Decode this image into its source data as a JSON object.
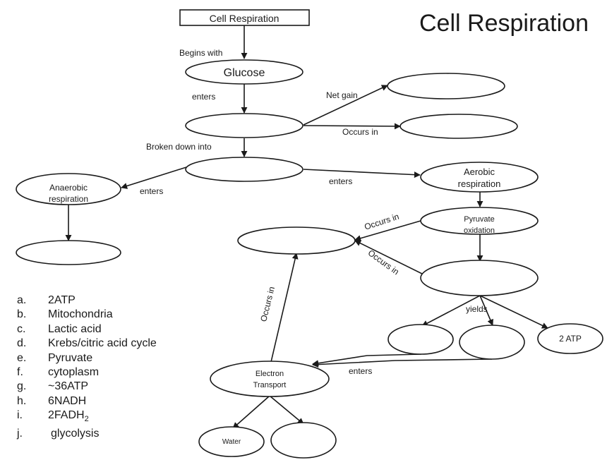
{
  "title": "Cell Respiration",
  "nodes": {
    "top": "Cell Respiration",
    "glucose": "Glucose",
    "anaerobic_1": "Anaerobic",
    "anaerobic_2": "respiration",
    "aerobic_1": "Aerobic",
    "aerobic_2": "respiration",
    "pyruvate_1": "Pyruvate",
    "pyruvate_2": "oxidation",
    "atp": "2 ATP",
    "et_1": "Electron",
    "et_2": "Transport",
    "water": "Water"
  },
  "edges": {
    "begins_with": "Begins with",
    "enters_1": "enters",
    "net_gain": "Net gain",
    "occurs_in_1": "Occurs in",
    "broken_down": "Broken down into",
    "enters_left": "enters",
    "enters_right": "enters",
    "occurs_in_2": "Occurs in",
    "occurs_in_3": "Occurs in",
    "yields": "yields",
    "enters_et": "enters",
    "occurs_in_4": "Occurs in"
  },
  "word_bank": [
    {
      "letter": "a.",
      "term": "2ATP"
    },
    {
      "letter": "b.",
      "term": "Mitochondria"
    },
    {
      "letter": "c.",
      "term": "Lactic acid"
    },
    {
      "letter": "d.",
      "term": "Krebs/citric acid cycle"
    },
    {
      "letter": "e.",
      "term": "Pyruvate"
    },
    {
      "letter": "f.",
      "term": "cytoplasm"
    },
    {
      "letter": "g.",
      "term": "~36ATP"
    },
    {
      "letter": "h.",
      "term": "6NADH"
    },
    {
      "letter": "i.",
      "term": "2FADH",
      "sub": "2"
    },
    {
      "letter": "j.",
      "term": "glycolysis"
    }
  ]
}
